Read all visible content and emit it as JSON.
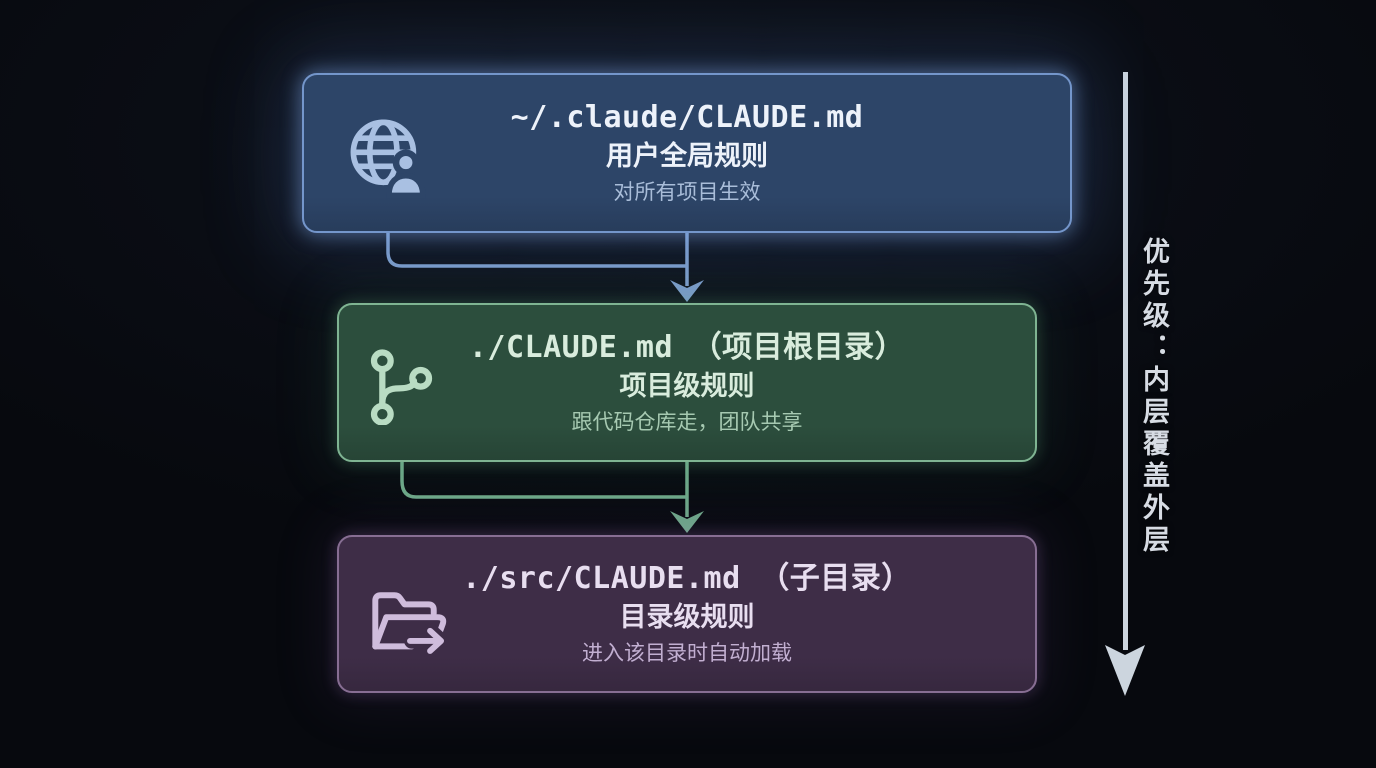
{
  "diagram": {
    "background": "#0a0d14",
    "side_label": "优先级：内层覆盖外层",
    "side_arrow_color": "#ccd5de",
    "connector_colors": [
      "#7e9ecb",
      "#6fa98a"
    ],
    "nodes": [
      {
        "path": "~/.claude/CLAUDE.md",
        "level": "用户全局规则",
        "note": "对所有项目生效",
        "icon": "globe-user-icon",
        "fill": "#2d4568",
        "border": "#7496cb",
        "text": "#edf2fa",
        "muted": "#a9bdd9",
        "icon_color": "#a9c0e2"
      },
      {
        "path": "./CLAUDE.md （项目根目录）",
        "level": "项目级规则",
        "note": "跟代码仓库走，团队共享",
        "icon": "git-branch-icon",
        "fill": "#2c4e3d",
        "border": "#7fb492",
        "text": "#d9ecdd",
        "muted": "#a6c9b1",
        "icon_color": "#b9dcc3"
      },
      {
        "path": "./src/CLAUDE.md （子目录）",
        "level": "目录级规则",
        "note": "进入该目录时自动加载",
        "icon": "folder-arrow-icon",
        "fill": "#3e2d47",
        "border": "#876e93",
        "text": "#e8def0",
        "muted": "#c2afd1",
        "icon_color": "#cfbcdc"
      }
    ]
  }
}
